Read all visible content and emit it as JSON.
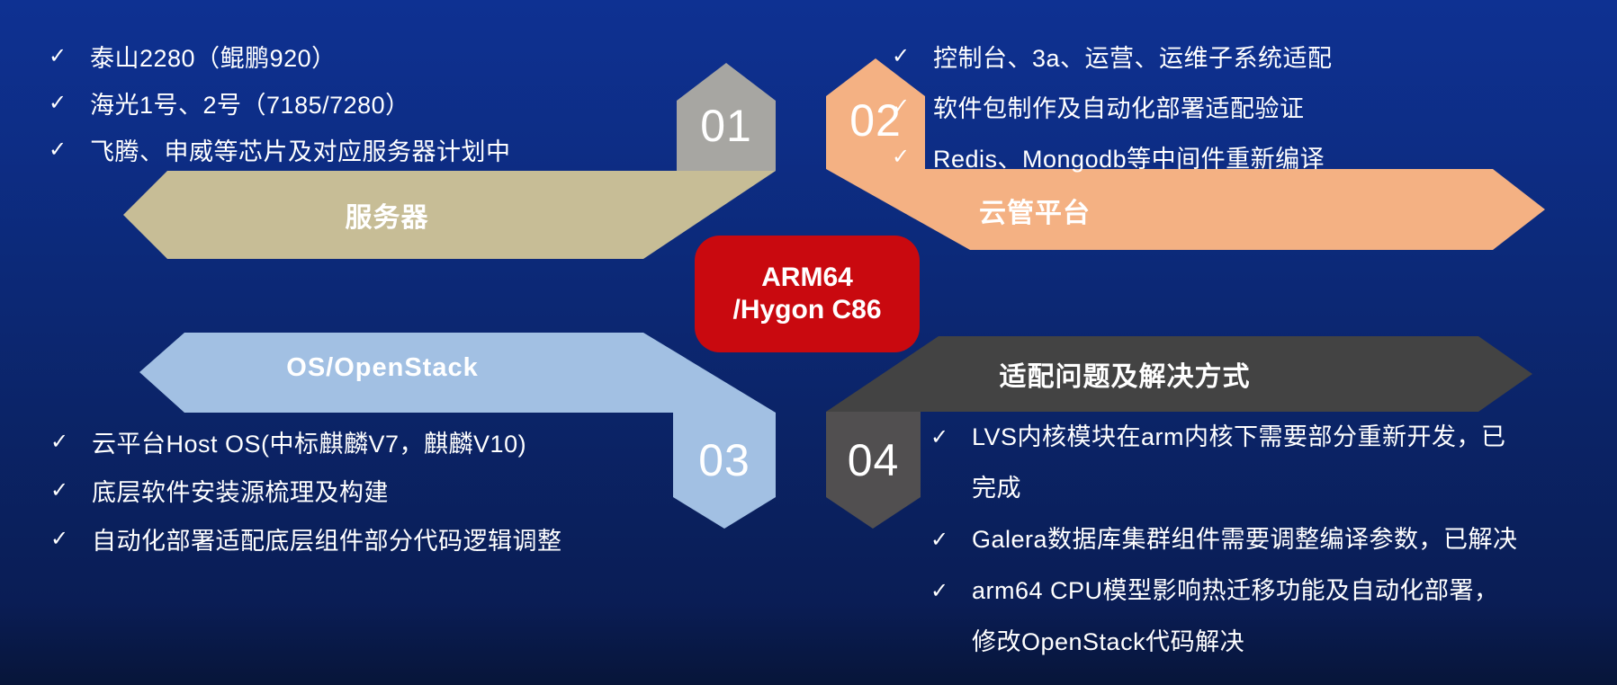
{
  "glyphs": {
    "check": "✓"
  },
  "colors": {
    "bg_top": "#0e3192",
    "bg_bottom": "#071539",
    "khaki": "#c7bd96",
    "gray_badge": "#a7a6a2",
    "orange": "#f4b183",
    "light_blue": "#a2c0e3",
    "dark_gray": "#434343",
    "dark_gray_badge": "#514f50",
    "red": "#c9090f",
    "text": "#ffffff"
  },
  "center_chip": {
    "line1": "ARM64",
    "line2": "/Hygon C86"
  },
  "sections": [
    {
      "number": "01",
      "title": "服务器",
      "items": [
        "泰山2280（鲲鹏920）",
        "海光1号、2号（7185/7280）",
        "飞腾、申威等芯片及对应服务器计划中"
      ]
    },
    {
      "number": "02",
      "title": "云管平台",
      "items": [
        "控制台、3a、运营、运维子系统适配",
        "软件包制作及自动化部署适配验证",
        "Redis、Mongodb等中间件重新编译"
      ]
    },
    {
      "number": "03",
      "title": "OS/OpenStack",
      "items": [
        "云平台Host OS(中标麒麟V7，麒麟V10)",
        "底层软件安装源梳理及构建",
        "自动化部署适配底层组件部分代码逻辑调整"
      ]
    },
    {
      "number": "04",
      "title": "适配问题及解决方式",
      "items": [
        "LVS内核模块在arm内核下需要部分重新开发，已完成",
        "Galera数据库集群组件需要调整编译参数，已解决",
        "arm64 CPU模型影响热迁移功能及自动化部署，修改OpenStack代码解决"
      ]
    }
  ]
}
